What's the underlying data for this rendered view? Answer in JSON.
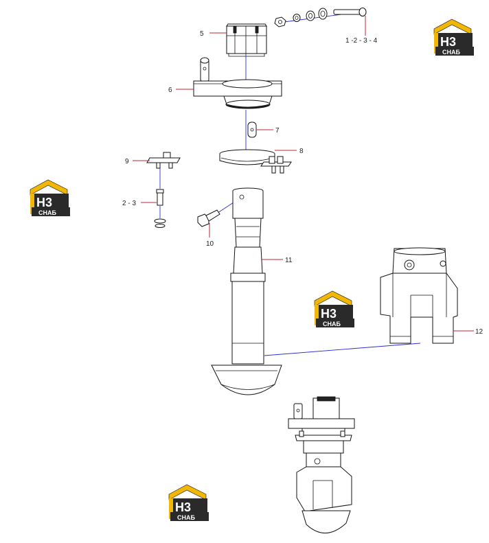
{
  "callouts": {
    "c1": "1 -2 - 3 - 4",
    "c5": "5",
    "c6": "6",
    "c7": "7",
    "c8": "8",
    "c9": "9",
    "c23": "2 - 3",
    "c10": "10",
    "c11": "11",
    "c12": "12"
  },
  "logo": {
    "top_text": "H3",
    "bottom_text": "СНАБ",
    "colors": {
      "roof": "#f2b705",
      "box": "#2a2a2a",
      "text_light": "#ffffff"
    }
  },
  "colors": {
    "leader": "#c0272d",
    "axis": "#2b2bd6",
    "outline": "#111111"
  }
}
